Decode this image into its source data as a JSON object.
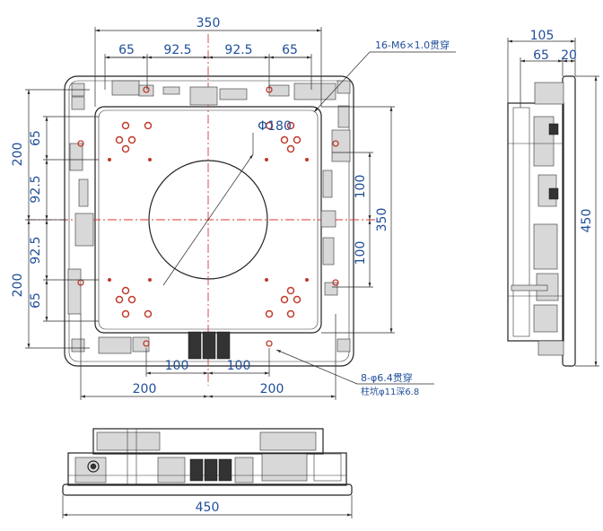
{
  "top_view": {
    "dims": {
      "overall_width": "350",
      "seg_65_left": "65",
      "seg_925_left": "92.5",
      "seg_925_right": "92.5",
      "seg_65_right": "65",
      "v_200_top": "200",
      "v_65_top": "65",
      "v_925_top": "92.5",
      "v_925_bottom": "92.5",
      "v_200_bottom": "200",
      "v_65_bottom": "65",
      "v_100_top": "100",
      "v_100_bottom": "100",
      "v_350": "350",
      "h_100_left": "100",
      "h_100_right": "100",
      "h_200_left": "200",
      "h_200_right": "200",
      "bore": "Φ180"
    },
    "notes": {
      "thread_callout": "16-M6×1.0贯穿",
      "hole_callout_1": "8-φ6.4贯穿",
      "hole_callout_2": "柱坑φ11深6.8"
    }
  },
  "side_view": {
    "dims": {
      "width_105": "105",
      "seg_65": "65",
      "seg_20": "20",
      "height_450": "450"
    }
  },
  "front_view": {
    "dims": {
      "width_450": "450"
    }
  },
  "colors": {
    "dimension": "#1f4e9a",
    "centerline": "#d93a3a",
    "hole_ring": "#c0392b"
  }
}
